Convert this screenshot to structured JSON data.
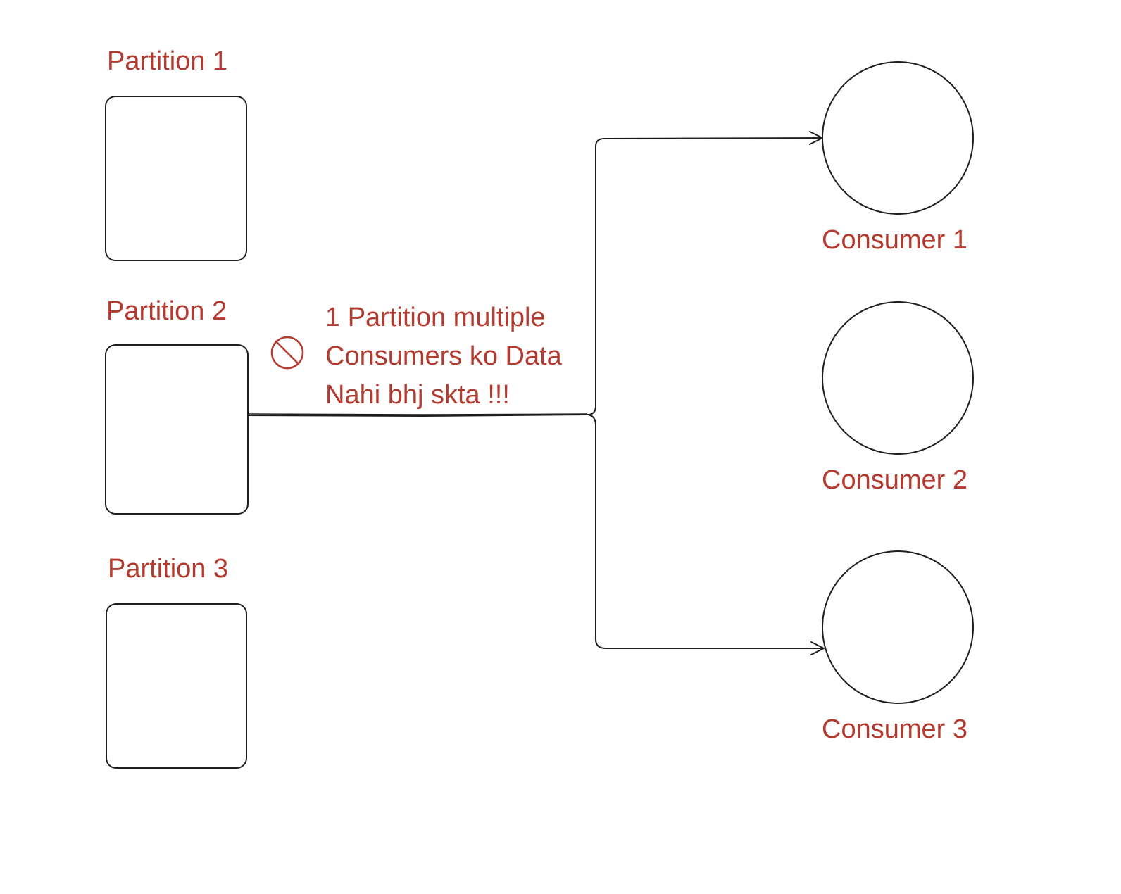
{
  "partitions": [
    {
      "label": "Partition 1"
    },
    {
      "label": "Partition 2"
    },
    {
      "label": "Partition 3"
    }
  ],
  "consumers": [
    {
      "label": "Consumer 1"
    },
    {
      "label": "Consumer 2"
    },
    {
      "label": "Consumer 3"
    }
  ],
  "note": {
    "icon": "prohibited-icon",
    "lines": [
      "1 Partition multiple",
      "Consumers ko Data",
      "Nahi bhj skta !!!"
    ]
  },
  "colors": {
    "stroke": "#1e1e1e",
    "text": "#b23a2f",
    "background": "#ffffff"
  }
}
